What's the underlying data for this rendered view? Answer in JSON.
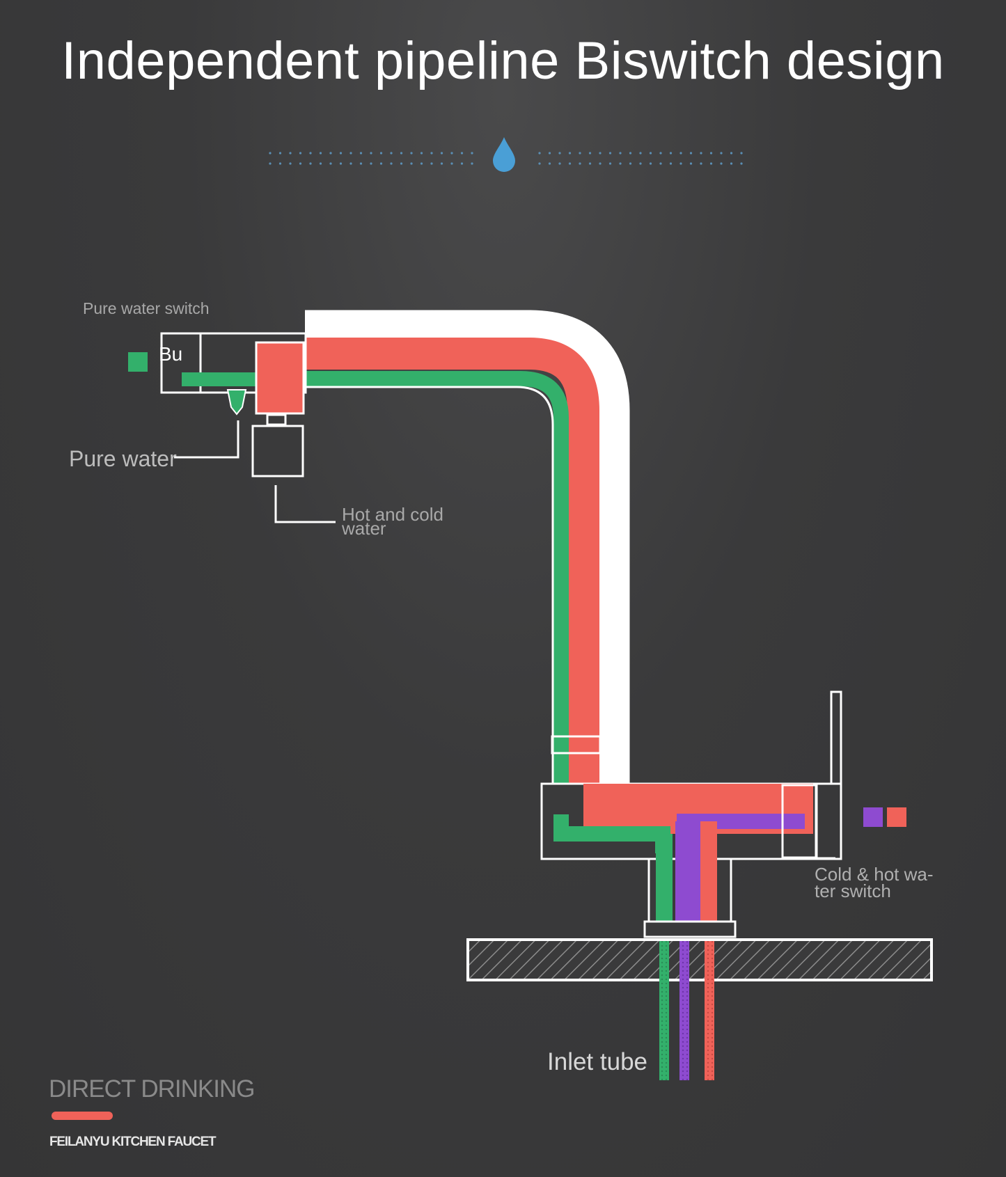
{
  "title": "Independent pipeline Biswitch design",
  "labels": {
    "pure_water_switch": "Pure water switch",
    "bu": "Bu",
    "pure_water": "Pure water",
    "hot_and_cold_water": "Hot and cold water",
    "cold_hot_switch": "Cold & hot wa-ter switch",
    "inlet_tube": "Inlet tube"
  },
  "brand": {
    "heading": "DIRECT DRINKING",
    "subtitle": "FEILANYU KITCHEN  FAUCET"
  },
  "colors": {
    "background": "#3a3a3b",
    "pure_water_pipe": "#33b06b",
    "hot_cold_pipe": "#f06259",
    "hot_pipe": "#8e4bd0",
    "drop": "#4a9fd6",
    "outline": "#ffffff",
    "brand_accent": "#f06259"
  },
  "icons": {
    "drop": "water-drop-icon",
    "pure_water_swatch": "green-swatch-icon",
    "mixed_swatch_purple": "purple-swatch-icon",
    "mixed_swatch_red": "red-swatch-icon"
  }
}
